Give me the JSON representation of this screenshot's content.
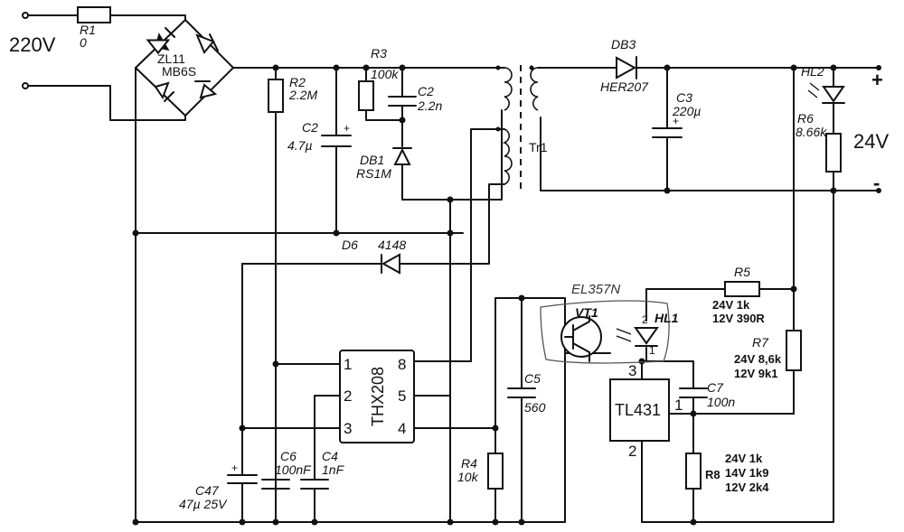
{
  "input": {
    "voltage": "220V"
  },
  "output": {
    "voltage": "24V",
    "plus": "+",
    "minus": "-"
  },
  "parts": {
    "R1": {
      "ref": "R1",
      "value": "0"
    },
    "ZL11": {
      "ref": "ZL11",
      "value": "MB6S"
    },
    "R2": {
      "ref": "R2",
      "value": "2.2M"
    },
    "R3": {
      "ref": "R3",
      "value": "100k"
    },
    "C2a": {
      "ref": "C2",
      "value": "2.2n"
    },
    "C2b": {
      "ref": "C2",
      "value": "4.7µ"
    },
    "DB1": {
      "ref": "DB1",
      "value": "RS1M"
    },
    "DB3": {
      "ref": "DB3",
      "value": "HER207"
    },
    "C3": {
      "ref": "C3",
      "value": "220µ"
    },
    "Tr1": {
      "ref": "Tr1"
    },
    "HL2": {
      "ref": "HL2"
    },
    "R6": {
      "ref": "R6",
      "value": "8.66k"
    },
    "D6": {
      "ref": "D6",
      "value": "4148"
    },
    "R5": {
      "ref": "R5",
      "line1": "24V   1k",
      "line2": "12V 390R"
    },
    "opto": {
      "label": "EL357N",
      "transistor": "VT1",
      "led": "HL1",
      "pin2": "2",
      "pin1": "1"
    },
    "R7": {
      "ref": "R7",
      "line1": "24V 8,6k",
      "line2": "12V 9k1"
    },
    "C5": {
      "ref": "C5",
      "value": "560"
    },
    "C7": {
      "ref": "C7",
      "value": "100n"
    },
    "TL431": {
      "name": "TL431",
      "pin3": "3",
      "pin1": "1",
      "pin2": "2"
    },
    "THX208": {
      "name": "THX208",
      "pins": [
        "1",
        "2",
        "3",
        "8",
        "5",
        "4"
      ]
    },
    "R4": {
      "ref": "R4",
      "value": "10k"
    },
    "C6": {
      "ref": "C6",
      "value": "100nF"
    },
    "C4": {
      "ref": "C4",
      "value": "1nF"
    },
    "C47": {
      "ref": "C47",
      "value": "47µ 25V"
    },
    "R8": {
      "ref": "R8",
      "rows": [
        "24V   1k",
        "14V   1k9",
        "12V   2k4"
      ]
    }
  }
}
